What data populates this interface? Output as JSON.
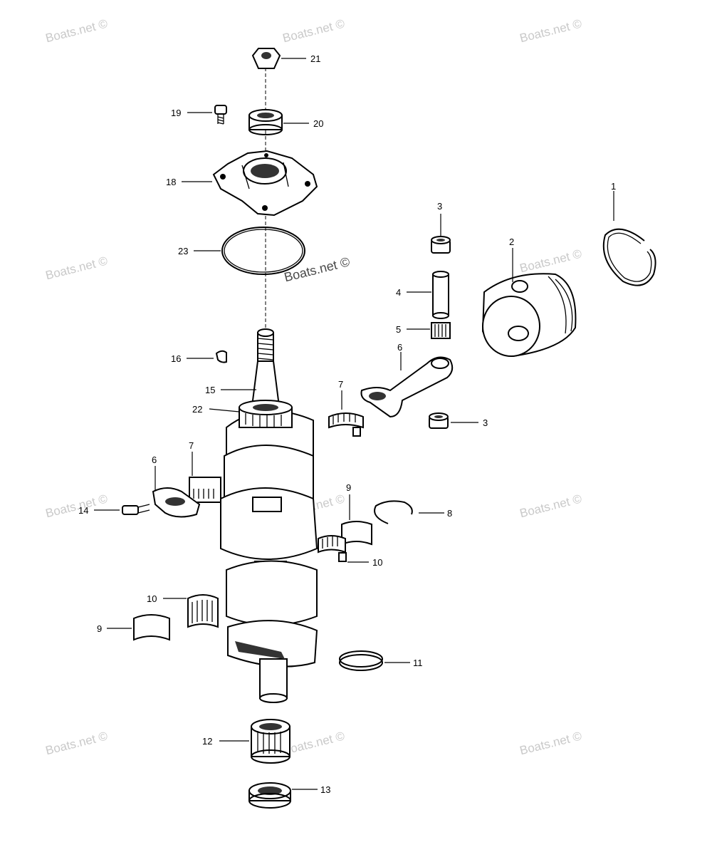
{
  "watermark": "Boats.net ©",
  "callouts": {
    "c1": "1",
    "c2": "2",
    "c3a": "3",
    "c3b": "3",
    "c4": "4",
    "c5": "5",
    "c6a": "6",
    "c6b": "6",
    "c7a": "7",
    "c7b": "7",
    "c8": "8",
    "c9a": "9",
    "c9b": "9",
    "c10a": "10",
    "c10b": "10",
    "c11": "11",
    "c12": "12",
    "c13": "13",
    "c14": "14",
    "c15": "15",
    "c16": "16",
    "c18": "18",
    "c19": "19",
    "c20": "20",
    "c21": "21",
    "c22": "22",
    "c23": "23"
  },
  "colors": {
    "ink": "#000000",
    "part_fill": "#ffffff",
    "shade": "#333333",
    "watermark": "#c9c9c9"
  }
}
